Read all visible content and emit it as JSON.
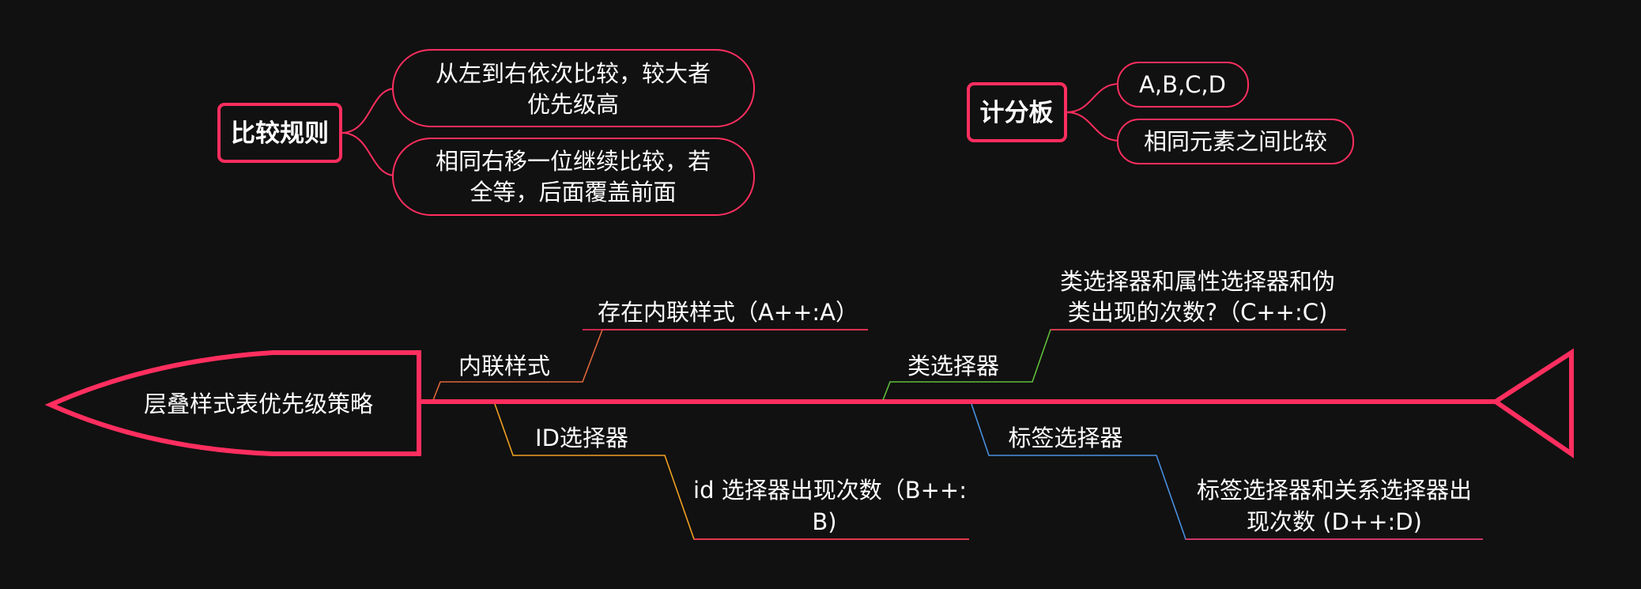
{
  "colors": {
    "background": "#111111",
    "accent": "#ff2e5f",
    "text": "#ffffff",
    "branch_inline": "#e0673a",
    "branch_class": "#5fbf3a",
    "branch_id": "#f0a020",
    "branch_tag": "#4a8fe0"
  },
  "fishbone": {
    "head_label": "层叠样式表优先级策略",
    "branches": [
      {
        "category": "内联样式",
        "detail_lines": [
          "存在内联样式（A++:A）"
        ]
      },
      {
        "category": "ID选择器",
        "detail_lines": [
          "id 选择器出现次数（B++:",
          "B)"
        ]
      },
      {
        "category": "类选择器",
        "detail_lines": [
          "类选择器和属性选择器和伪",
          "类出现的次数?（C++:C)"
        ]
      },
      {
        "category": "标签选择器",
        "detail_lines": [
          "标签选择器和关系选择器出",
          "现次数 (D++:D)"
        ]
      }
    ]
  },
  "comparison_rules": {
    "title": "比较规则",
    "items": [
      [
        "从左到右依次比较，较大者",
        "优先级高"
      ],
      [
        "相同右移一位继续比较，若",
        "全等，后面覆盖前面"
      ]
    ]
  },
  "scoreboard": {
    "title": "计分板",
    "items": [
      "A,B,C,D",
      "相同元素之间比较"
    ]
  }
}
